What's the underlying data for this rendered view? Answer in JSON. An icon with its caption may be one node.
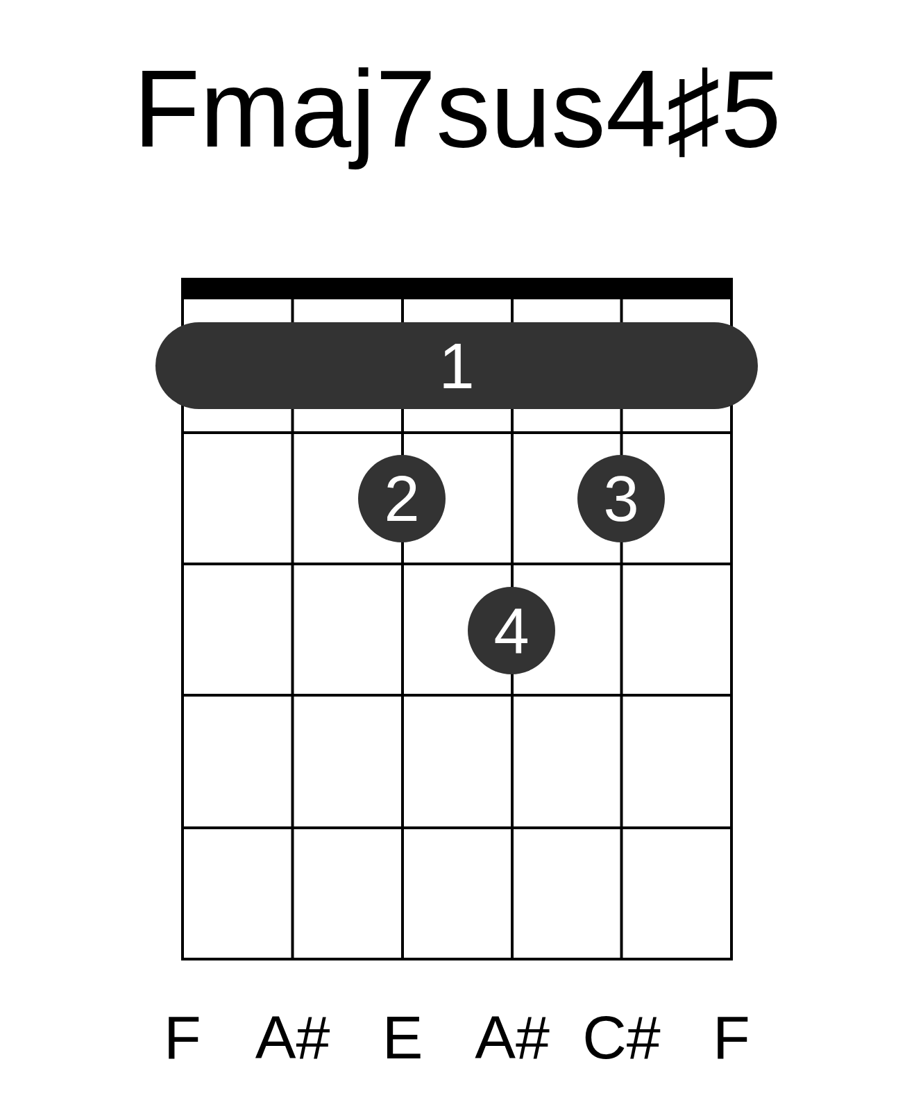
{
  "diagram": {
    "title": "Fmaj7sus4♯5",
    "nodes": [
      {
        "text": [
          "1"
        ]
      },
      {
        "text": [
          "2"
        ]
      },
      {
        "text": [
          "3"
        ]
      },
      {
        "text": [
          "4"
        ]
      }
    ],
    "labels": [
      "F",
      "A#",
      "E",
      "A#",
      "C#",
      "F"
    ]
  }
}
